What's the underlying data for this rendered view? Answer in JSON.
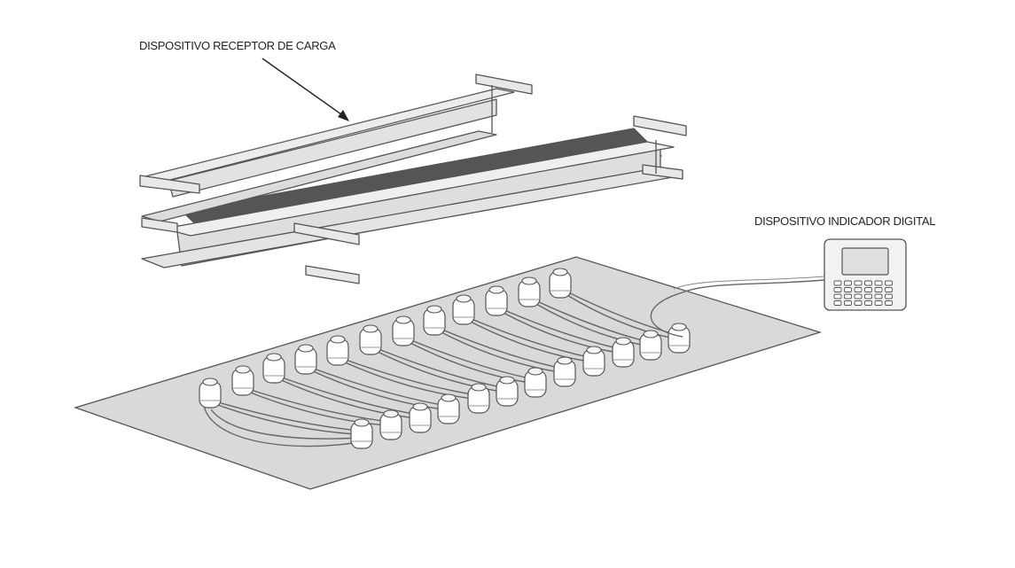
{
  "labels": {
    "load_receiver": "DISPOSITIVO RECEPTOR DE CARGA",
    "digital_indicator": "DISPOSITIVO INDICADOR DIGITAL"
  },
  "load_cells": {
    "rows": 2
  },
  "colors": {
    "background": "#ffffff",
    "base_plate": "#d9d9d9",
    "beam": "#e6e6e6",
    "deck": "#555555",
    "outline": "#555555",
    "cell": "#ffffff",
    "cable": "#666666"
  }
}
